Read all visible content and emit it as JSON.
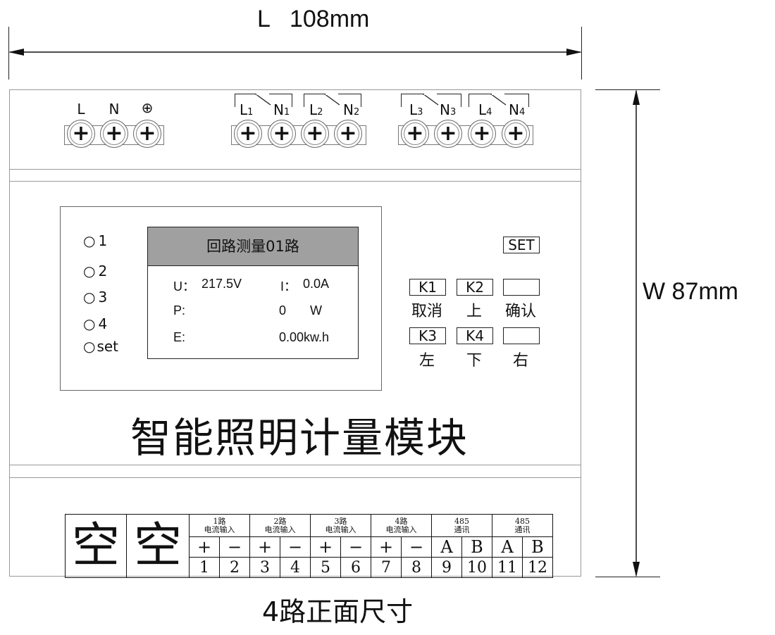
{
  "dimensions": {
    "length_label": "L   108mm",
    "width_label": "W 87mm"
  },
  "top_terminals": {
    "power": [
      "L",
      "N",
      "⊕"
    ],
    "relays": [
      {
        "l": "L",
        "n": "N",
        "idx": "1"
      },
      {
        "l": "L",
        "n": "N",
        "idx": "2"
      },
      {
        "l": "L",
        "n": "N",
        "idx": "3"
      },
      {
        "l": "L",
        "n": "N",
        "idx": "4"
      }
    ]
  },
  "leds": [
    "1",
    "2",
    "3",
    "4",
    "set"
  ],
  "lcd": {
    "title": "回路测量01路",
    "u_label": "U：",
    "u_value": "217.5V",
    "i_label": "I：",
    "i_value": "0.0A",
    "p_label": "P:",
    "p_value": "0",
    "p_unit": "W",
    "e_label": "E:",
    "e_value": "0.00kw.h"
  },
  "keys": {
    "set": "SET",
    "k1": "K1",
    "k2": "K2",
    "k3": "K3",
    "k4": "K4",
    "k1_cap": "取消",
    "k2_cap": "上",
    "k5_cap": "确认",
    "k3_cap": "左",
    "k4_cap": "下",
    "k6_cap": "右"
  },
  "product_name": "智能照明计量模块",
  "bottom_table": {
    "empty": [
      "空",
      "空"
    ],
    "groups": [
      {
        "l1": "1路",
        "l2": "电流输入"
      },
      {
        "l1": "2路",
        "l2": "电流输入"
      },
      {
        "l1": "3路",
        "l2": "电流输入"
      },
      {
        "l1": "4路",
        "l2": "电流输入"
      },
      {
        "l1": "485",
        "l2": "通讯"
      },
      {
        "l1": "485",
        "l2": "通讯"
      }
    ],
    "signs": [
      "+",
      "−",
      "+",
      "−",
      "+",
      "−",
      "+",
      "−",
      "A",
      "B",
      "A",
      "B"
    ],
    "numbers": [
      "1",
      "2",
      "3",
      "4",
      "5",
      "6",
      "7",
      "8",
      "9",
      "10",
      "11",
      "12"
    ]
  },
  "caption": "4路正面尺寸"
}
